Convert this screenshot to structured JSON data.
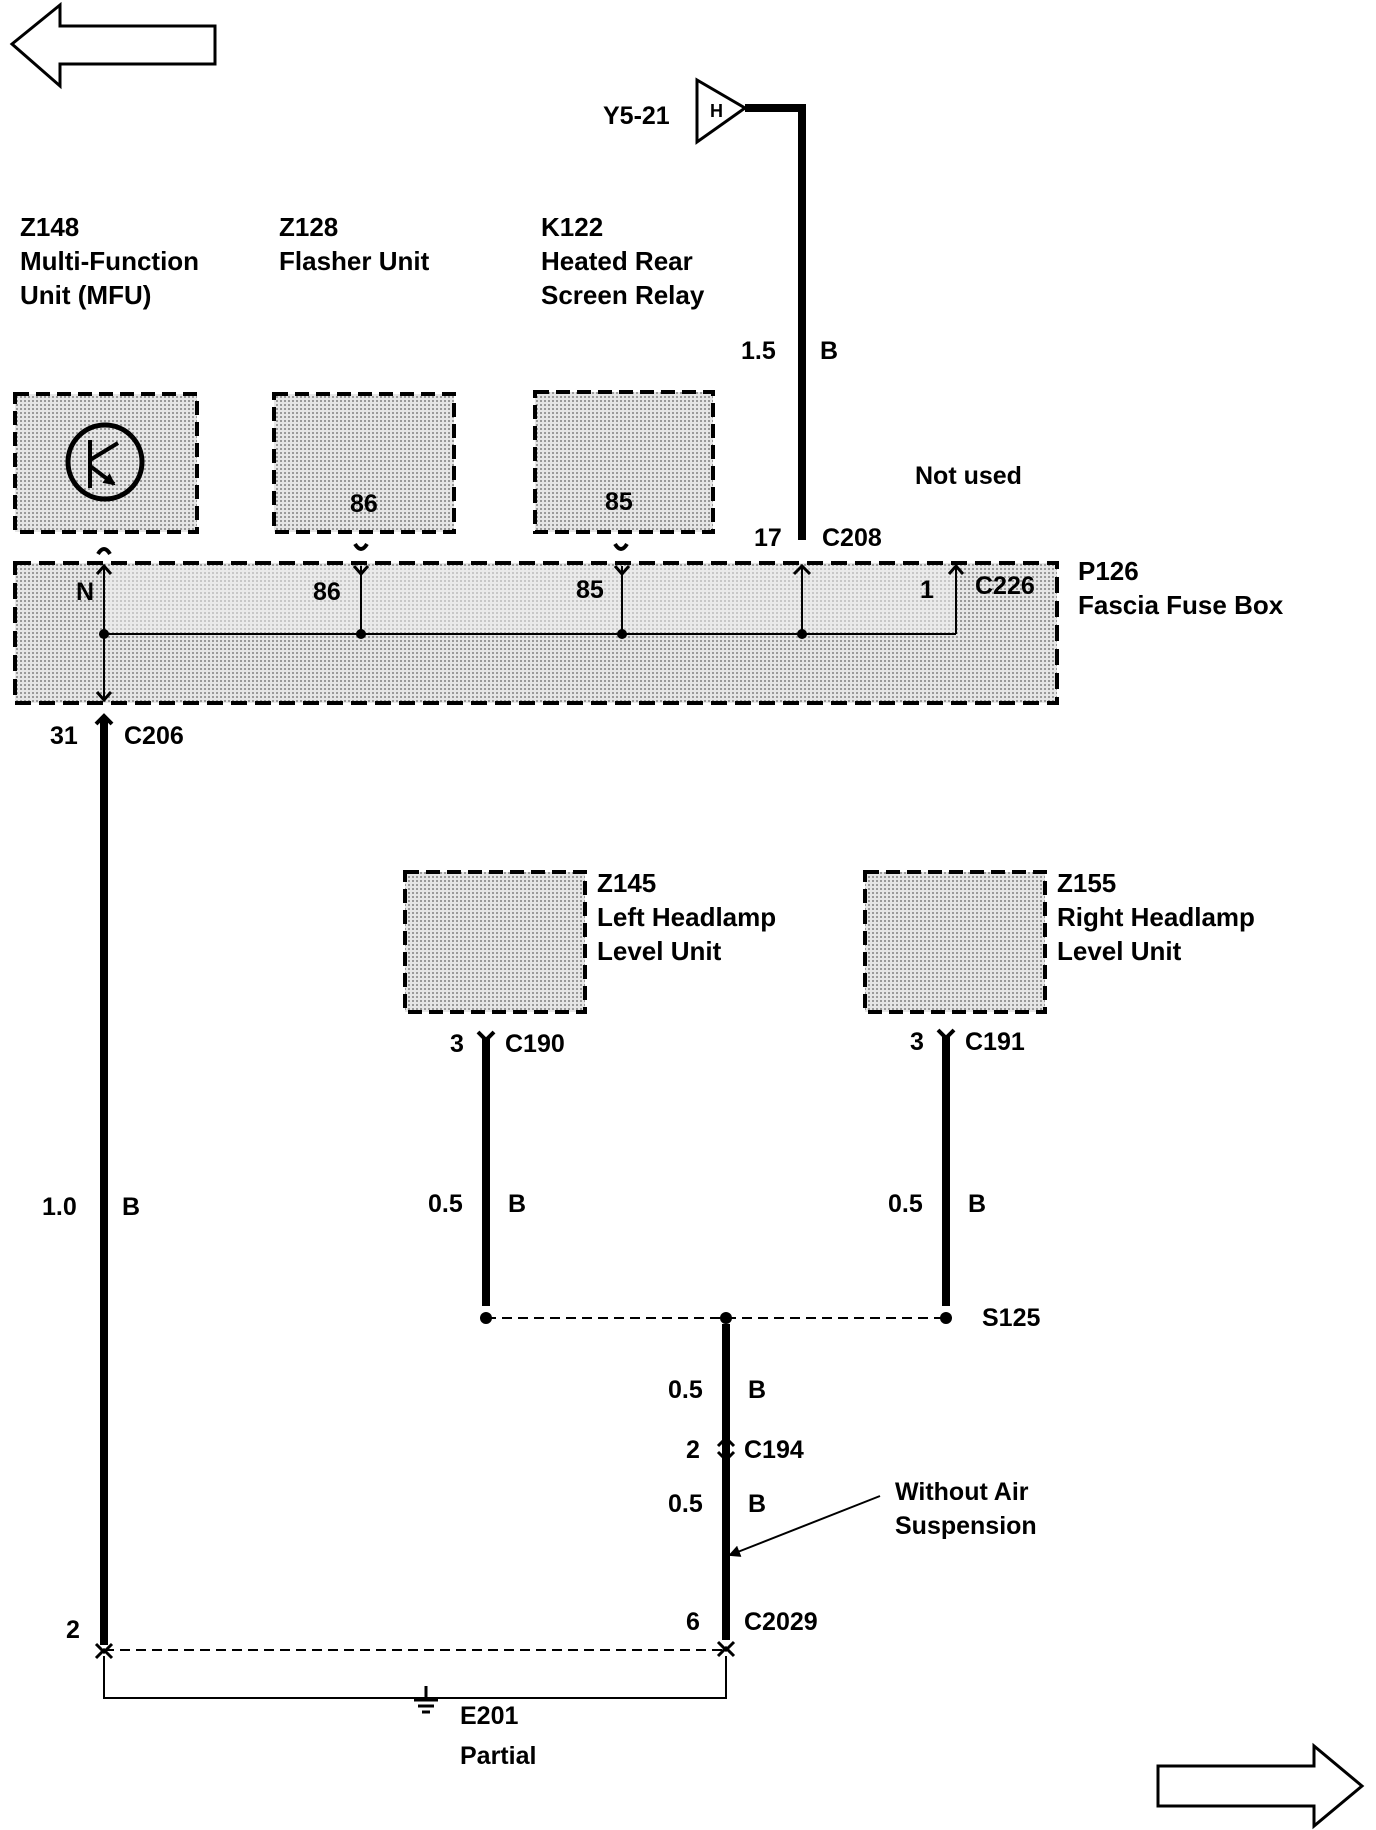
{
  "colors": {
    "ink": "#000000",
    "shade": "#c8c8c8",
    "background": "#ffffff"
  },
  "navigation": {
    "prev_icon": "arrow-left-icon",
    "next_icon": "arrow-right-icon"
  },
  "feed": {
    "name": "Y5-21",
    "letter": "H",
    "wire_size": "1.5",
    "wire_color": "B"
  },
  "components": {
    "mfu": {
      "id": "Z148",
      "line1": "Multi-Function",
      "line2": "Unit (MFU)",
      "icon": "transistor-symbol-icon"
    },
    "flasher": {
      "id": "Z128",
      "line1": "Flasher Unit",
      "pin": "86"
    },
    "relay": {
      "id": "K122",
      "line1": "Heated Rear",
      "line2": "Screen Relay",
      "pin": "85"
    },
    "left_level": {
      "id": "Z145",
      "line1": "Left Headlamp",
      "line2": "Level Unit"
    },
    "right_level": {
      "id": "Z155",
      "line1": "Right Headlamp",
      "line2": "Level Unit"
    }
  },
  "fuse_box": {
    "id": "P126",
    "name": "Fascia Fuse Box",
    "not_used": "Not used",
    "pins": {
      "n": "N",
      "p86": "86",
      "p85": "85",
      "p1": "1"
    },
    "c208": {
      "pin": "17",
      "name": "C208"
    },
    "c226": {
      "name": "C226"
    },
    "c206": {
      "pin": "31",
      "name": "C206"
    }
  },
  "connectors": {
    "c190": {
      "pin": "3",
      "name": "C190"
    },
    "c191": {
      "pin": "3",
      "name": "C191"
    },
    "c194": {
      "pin": "2",
      "name": "C194"
    },
    "c2029": {
      "pin": "6",
      "name": "C2029"
    },
    "e201_pin": "2"
  },
  "wires": {
    "main": {
      "size": "1.0",
      "color": "B"
    },
    "left": {
      "size": "0.5",
      "color": "B"
    },
    "right": {
      "size": "0.5",
      "color": "B"
    },
    "splice_down": {
      "size": "0.5",
      "color": "B"
    },
    "lower": {
      "size": "0.5",
      "color": "B"
    }
  },
  "splice": {
    "name": "S125"
  },
  "note": {
    "line1": "Without Air",
    "line2": "Suspension"
  },
  "ground": {
    "name": "E201",
    "sub": "Partial",
    "icon": "ground-symbol-icon"
  }
}
